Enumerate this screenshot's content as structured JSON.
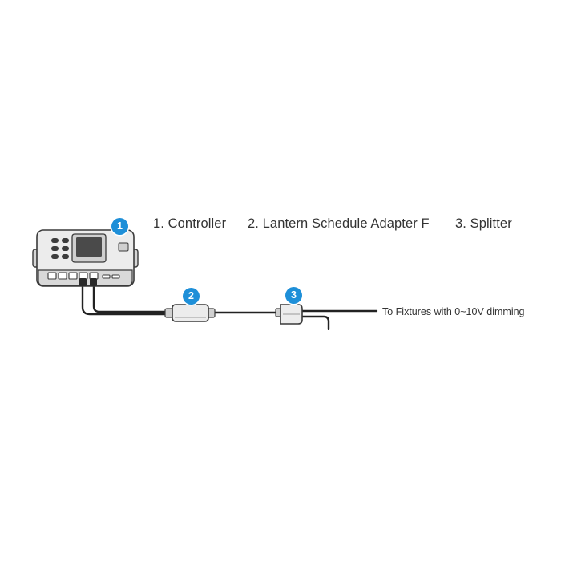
{
  "legend": {
    "controller": "1. Controller",
    "adapter": "2.  Lantern Schedule Adapter F",
    "splitter": "3. Splitter"
  },
  "markers": {
    "controller": "1",
    "adapter": "2",
    "splitter": "3"
  },
  "output_note": "To Fixtures with 0~10V dimming",
  "colors": {
    "marker": "#1e8fd8",
    "line": "#222222",
    "device_body": "#ececec",
    "device_stroke": "#3a3a3a",
    "text": "#333333"
  },
  "icons": {
    "controller": "controller-device-icon",
    "adapter": "schedule-adapter-icon",
    "splitter": "splitter-icon"
  }
}
